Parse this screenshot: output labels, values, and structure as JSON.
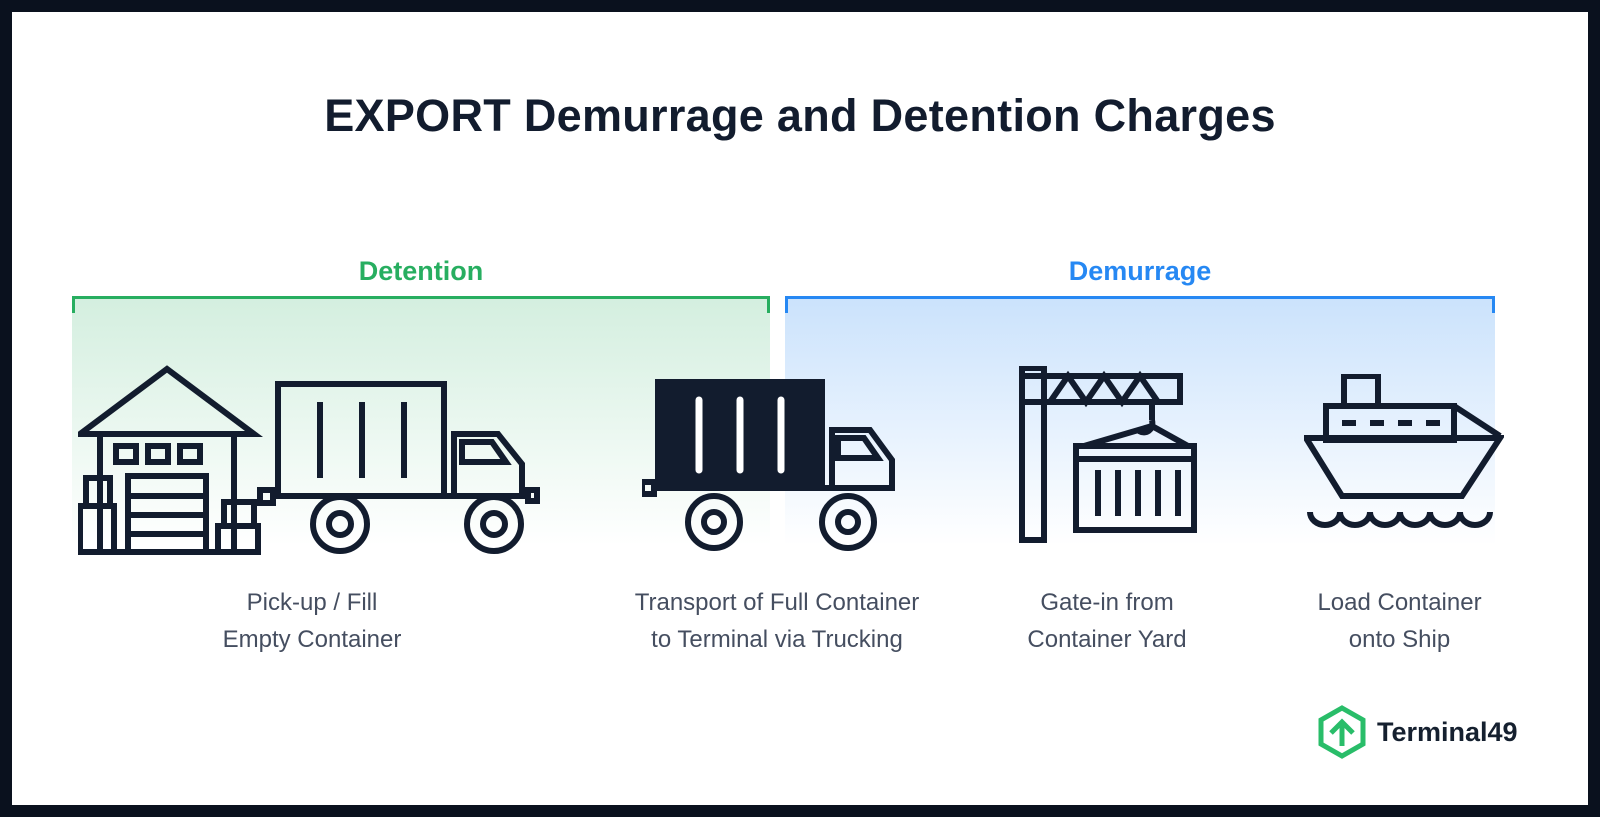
{
  "title": "EXPORT Demurrage and Detention Charges",
  "sections": {
    "detention": {
      "label": "Detention",
      "color": "#27ae60"
    },
    "demurrage": {
      "label": "Demurrage",
      "color": "#2688f3"
    }
  },
  "steps": [
    {
      "icon": "warehouse-truck-icon",
      "lines": [
        "Pick-up / Fill",
        "Empty Container"
      ]
    },
    {
      "icon": "full-container-truck-icon",
      "lines": [
        "Transport of Full Container",
        "to Terminal via Trucking"
      ]
    },
    {
      "icon": "crane-container-icon",
      "lines": [
        "Gate-in from",
        "Container Yard"
      ]
    },
    {
      "icon": "ship-icon",
      "lines": [
        "Load Container",
        "onto Ship"
      ]
    }
  ],
  "logo": {
    "text": "Terminal49",
    "color": "#29bd69"
  },
  "colors": {
    "ink": "#121c2e",
    "frame": "#0a111e",
    "caption": "#454e60"
  }
}
